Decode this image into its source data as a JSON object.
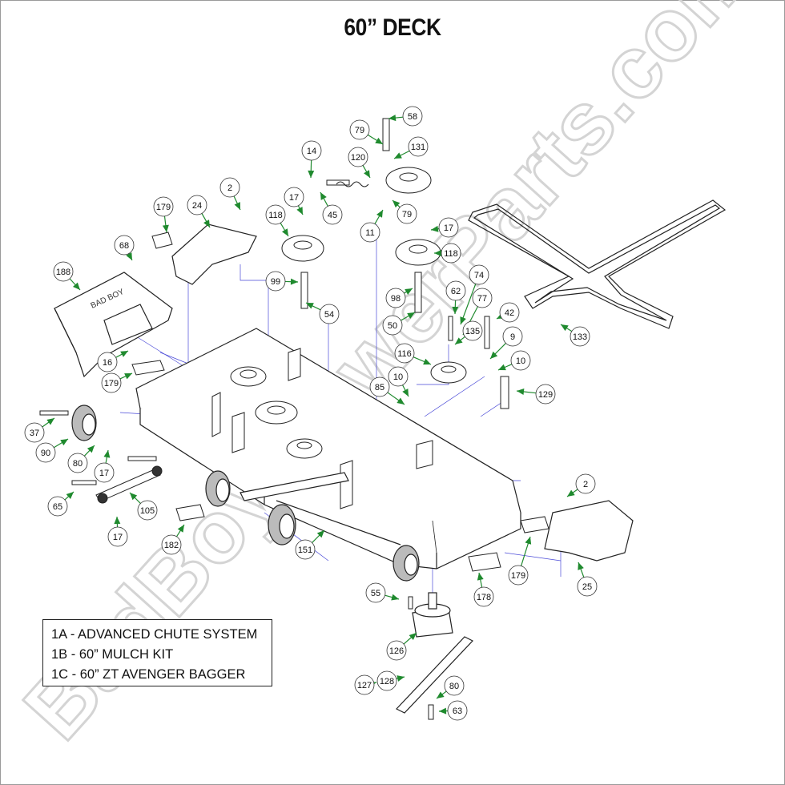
{
  "title": "60” DECK",
  "watermark": "BadBoyMowerParts.com",
  "legend": [
    "1A - ADVANCED CHUTE SYSTEM",
    "1B - 60” MULCH KIT",
    "1C - 60” ZT AVENGER BAGGER"
  ],
  "callouts": [
    "58",
    "79",
    "131",
    "120",
    "14",
    "17",
    "45",
    "11",
    "79",
    "2",
    "179",
    "24",
    "118",
    "17",
    "118",
    "68",
    "188",
    "99",
    "54",
    "98",
    "62",
    "74",
    "77",
    "50",
    "42",
    "135",
    "133",
    "9",
    "116",
    "10",
    "10",
    "85",
    "129",
    "16",
    "179",
    "37",
    "90",
    "80",
    "17",
    "65",
    "105",
    "17",
    "2",
    "182",
    "151",
    "179",
    "178",
    "25",
    "55",
    "126",
    "127",
    "128",
    "80",
    "63"
  ],
  "colors": {
    "callout_arrow": "#1f8a2e",
    "leader_line": "#3a3ad0",
    "callout_bubble_border": "#333333",
    "watermark": "#d9d9d9"
  }
}
